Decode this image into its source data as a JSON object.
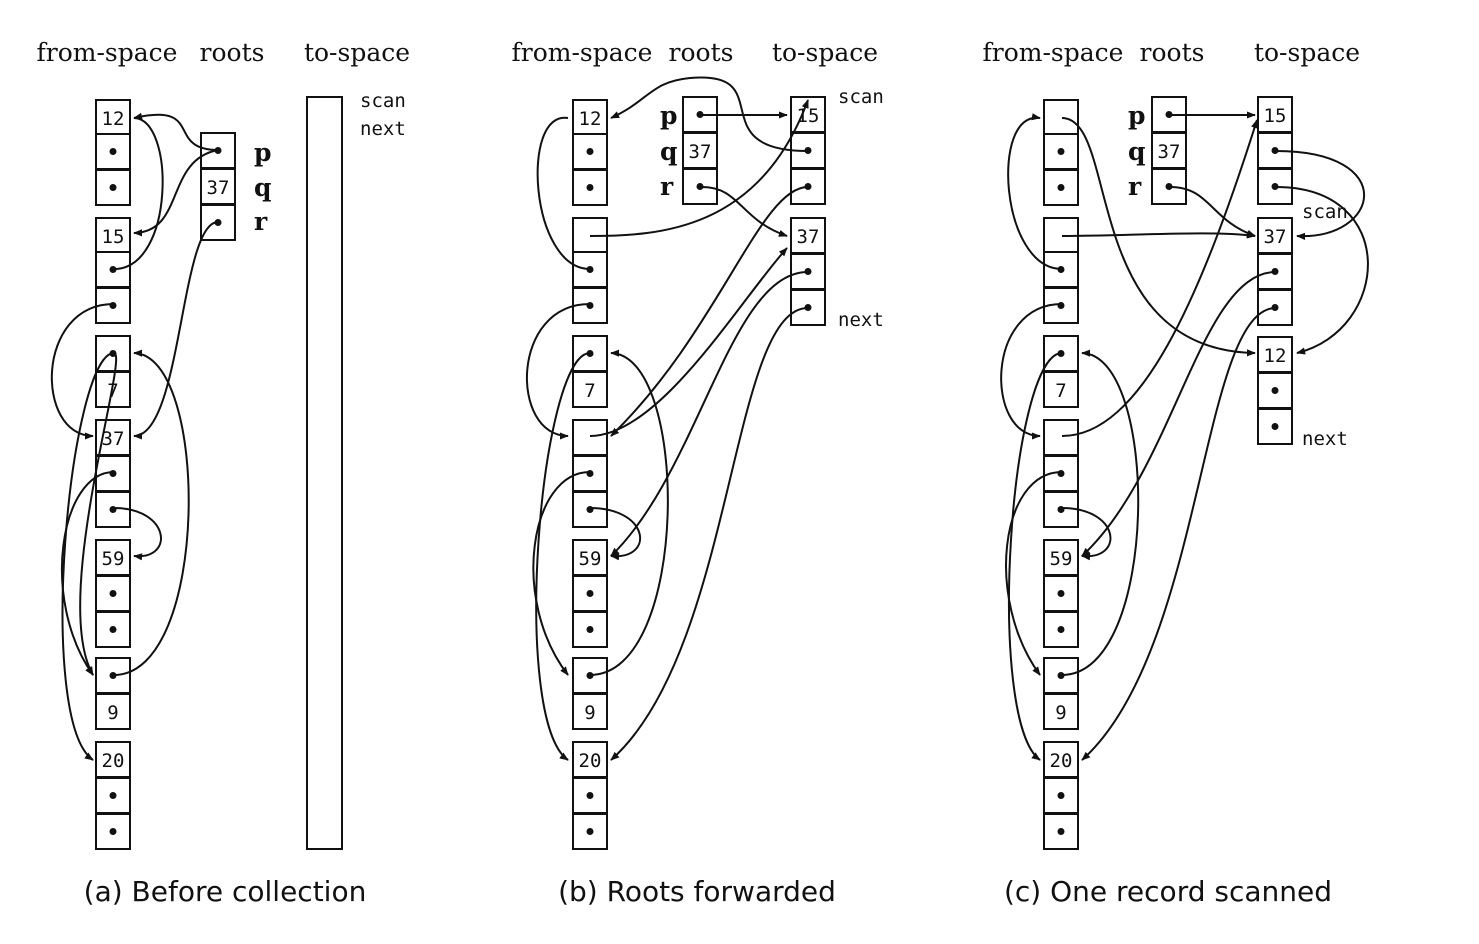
{
  "headers": {
    "from_space": "from-space",
    "roots": "roots",
    "to_space": "to-space"
  },
  "root_labels": {
    "p": "p",
    "q": "q",
    "r": "r"
  },
  "pointer_labels": {
    "scan": "scan",
    "next": "next"
  },
  "panels": [
    {
      "caption": "(a) Before collection",
      "from_space": [
        "12",
        "•",
        "•",
        "15",
        "•",
        "•",
        "•",
        "7",
        "37",
        "•",
        "•",
        "59",
        "•",
        "•",
        "•",
        "9",
        "20",
        "•",
        "•"
      ],
      "roots": [
        "•",
        "37",
        "•"
      ],
      "to_space": []
    },
    {
      "caption": "(b) Roots forwarded",
      "from_space": [
        "12",
        "•",
        "•",
        "",
        "•",
        "•",
        "•",
        "7",
        "",
        "•",
        "•",
        "59",
        "•",
        "•",
        "•",
        "9",
        "20",
        "•",
        "•"
      ],
      "roots": [
        "•",
        "37",
        "•"
      ],
      "to_space": [
        "15",
        "•",
        "•",
        "37",
        "•",
        "•"
      ]
    },
    {
      "caption": "(c) One record scanned",
      "from_space": [
        "",
        "•",
        "•",
        "",
        "•",
        "•",
        "•",
        "7",
        "",
        "•",
        "•",
        "59",
        "•",
        "•",
        "•",
        "9",
        "20",
        "•",
        "•"
      ],
      "roots": [
        "•",
        "37",
        "•"
      ],
      "to_space": [
        "15",
        "•",
        "•",
        "37",
        "•",
        "•",
        "12",
        "•",
        "•"
      ]
    }
  ]
}
